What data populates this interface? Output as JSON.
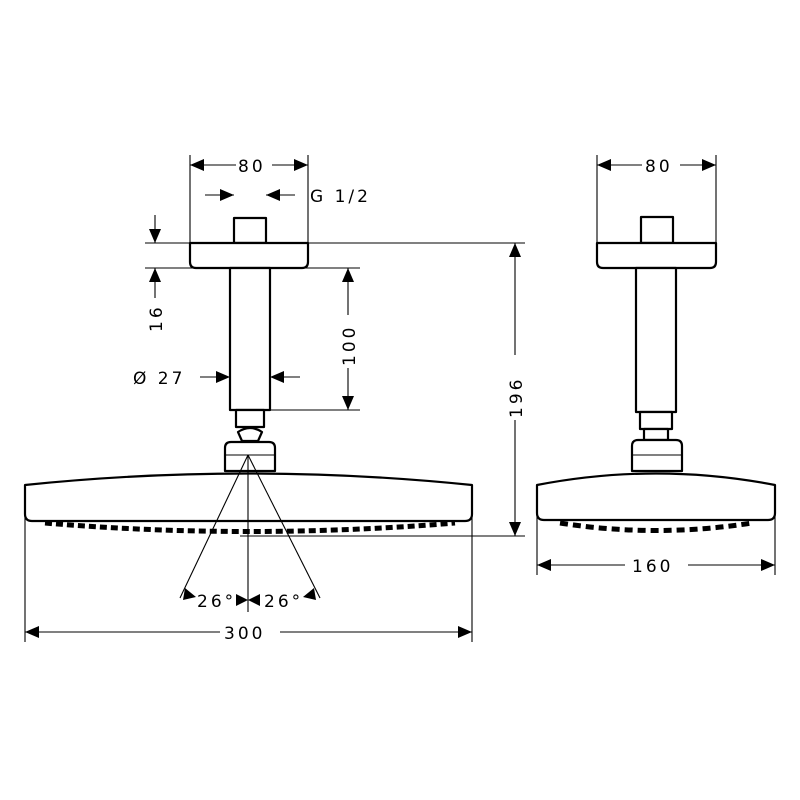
{
  "drawing": {
    "front_view": {
      "width_canopy": "80",
      "thread": "G 1/2",
      "canopy_height": "16",
      "pipe_length": "100",
      "pipe_diameter": "Ø 27",
      "total_height": "196",
      "angle_left": "26°",
      "angle_right": "26°",
      "head_width": "300"
    },
    "side_view": {
      "width_canopy": "80",
      "head_depth": "160"
    }
  }
}
